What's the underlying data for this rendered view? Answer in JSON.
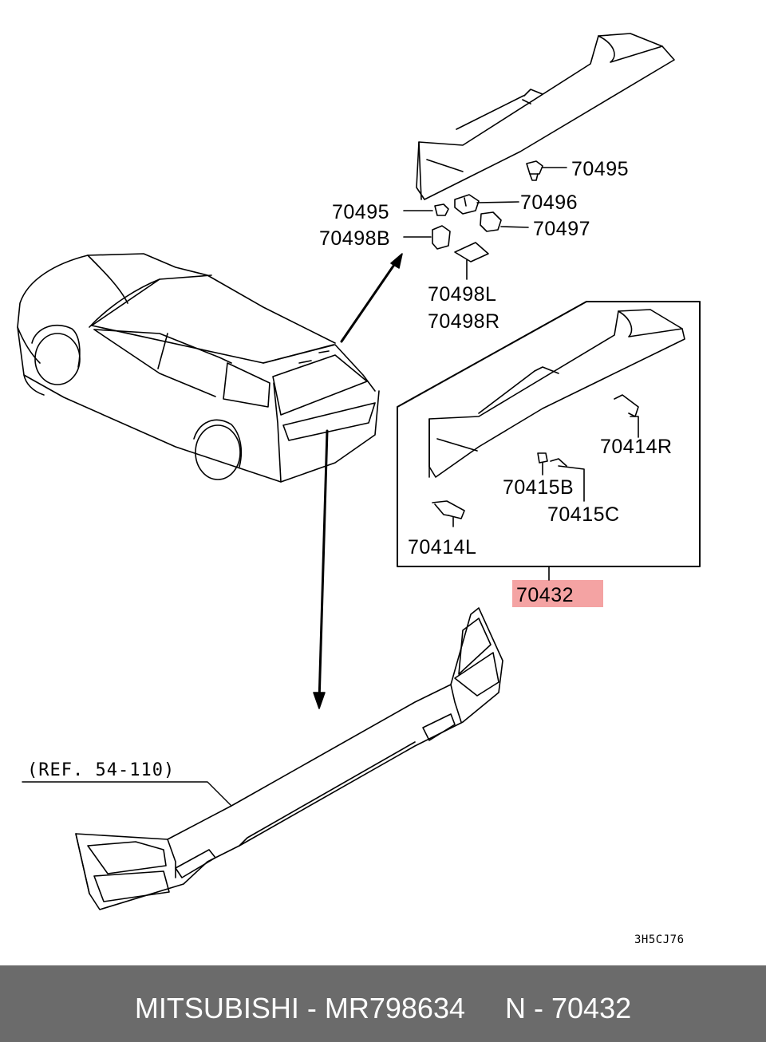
{
  "callouts": {
    "p70495_right": "70495",
    "p70496": "70496",
    "p70495_left": "70495",
    "p70497": "70497",
    "p70498B": "70498B",
    "p70498L": "70498L",
    "p70498R": "70498R",
    "p70414R": "70414R",
    "p70415B": "70415B",
    "p70415C": "70415C",
    "p70414L": "70414L",
    "p70432": "70432"
  },
  "reference_note": "(REF. 54-110)",
  "diagram_code": "3H5CJ76",
  "highlight_color": "#f4a3a3",
  "footer": {
    "text": "MITSUBISHI - MR798634     N - 70432",
    "background": "#6b6b6b"
  }
}
